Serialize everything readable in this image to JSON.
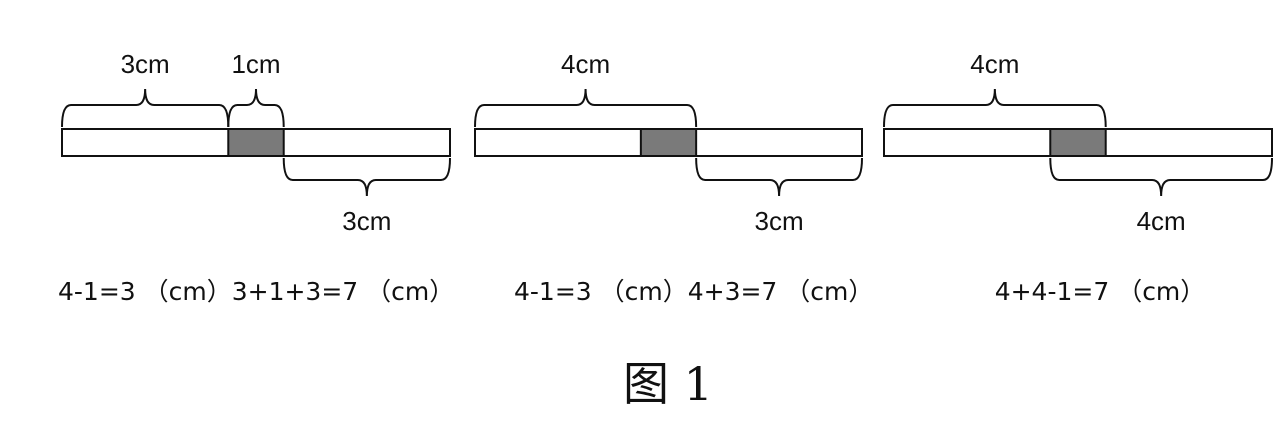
{
  "colors": {
    "strip": "#ffffff",
    "overlap": "#7a7a7a",
    "line": "#111111"
  },
  "panels": [
    {
      "braces": [
        {
          "label": "3cm",
          "from": 0,
          "to": 3,
          "side": "top"
        },
        {
          "label": "1cm",
          "from": 3,
          "to": 4,
          "side": "top"
        },
        {
          "label": "3cm",
          "from": 4,
          "to": 7,
          "side": "bottom"
        }
      ],
      "strips": [
        {
          "from": 0,
          "to": 4
        },
        {
          "from": 3,
          "to": 7
        }
      ],
      "overlap": {
        "from": 3,
        "to": 4
      },
      "equation": "4-1=3 （cm）3+1+3=7 （cm）"
    },
    {
      "braces": [
        {
          "label": "4cm",
          "from": 0,
          "to": 4,
          "side": "top"
        },
        {
          "label": "3cm",
          "from": 4,
          "to": 7,
          "side": "bottom"
        }
      ],
      "strips": [
        {
          "from": 0,
          "to": 4
        },
        {
          "from": 3,
          "to": 7
        }
      ],
      "overlap": {
        "from": 3,
        "to": 4
      },
      "equation": "4-1=3 （cm）4+3=7 （cm）"
    },
    {
      "braces": [
        {
          "label": "4cm",
          "from": 0,
          "to": 4,
          "side": "top"
        },
        {
          "label": "4cm",
          "from": 3,
          "to": 7,
          "side": "bottom"
        }
      ],
      "strips": [
        {
          "from": 0,
          "to": 4
        },
        {
          "from": 3,
          "to": 7
        }
      ],
      "overlap": {
        "from": 3,
        "to": 4
      },
      "equation": "4+4-1=7 （cm）"
    }
  ],
  "caption": "图 1"
}
